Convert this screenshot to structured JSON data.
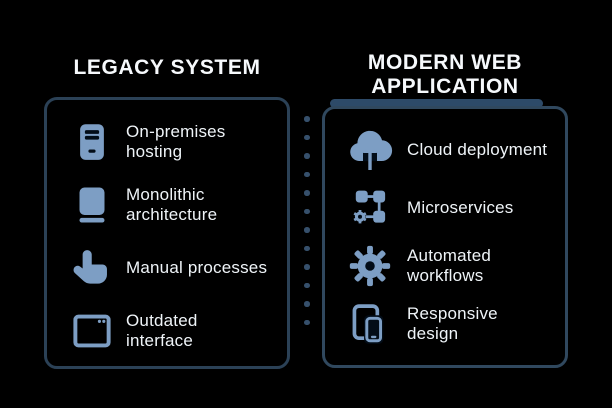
{
  "colors": {
    "bg": "#000000",
    "title": "#f6f9fc",
    "text": "#eff4f8",
    "icon": "#7d9ec4",
    "border_left": "#2b4156",
    "border_right": "#30485e",
    "accent": "#2d4a68",
    "dots": "#36506c"
  },
  "left_panel": {
    "title": "LEGACY SYSTEM",
    "items": [
      {
        "icon": "server-icon",
        "label": "On-premises\nhosting"
      },
      {
        "icon": "book-icon",
        "label": "Monolithic\narchitecture"
      },
      {
        "icon": "hand-cursor-icon",
        "label": "Manual processes"
      },
      {
        "icon": "window-icon",
        "label": "Outdated\ninterface"
      }
    ]
  },
  "right_panel": {
    "title": "MODERN WEB\nAPPLICATION",
    "items": [
      {
        "icon": "cloud-upload-icon",
        "label": "Cloud deployment"
      },
      {
        "icon": "microservices-icon",
        "label": "Microservices"
      },
      {
        "icon": "gear-icon",
        "label": "Automated\nworkflows"
      },
      {
        "icon": "responsive-devices-icon",
        "label": "Responsive\ndesign"
      }
    ]
  }
}
